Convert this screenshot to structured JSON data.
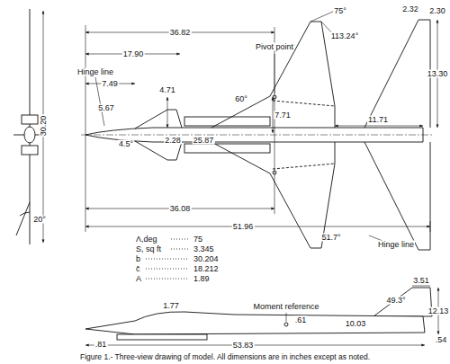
{
  "diagram": {
    "caption": "Figure 1.- Three-view drawing of model. All dimensions are in inches except as noted.",
    "labels": [
      "36.82",
      "17.90",
      "7.49",
      "Hinge line",
      "Pivot point",
      "60°",
      "75°",
      "2.32",
      "2.30",
      "113.24°",
      "13.30",
      "4.71",
      "5.67",
      "7.71",
      "11.71",
      "25.87",
      "4.5°",
      "2.28",
      "36.08",
      "51.96",
      "51.7°",
      "Hinge line",
      "30.20",
      "20°",
      "Λ,deg",
      "75",
      "S, sq ft",
      "3.345",
      "b",
      "30.204",
      "c̄",
      "18.212",
      "A",
      "1.89",
      "3.51",
      "49.3°",
      "12.13",
      "Moment reference",
      "1.77",
      ".61",
      "10.03",
      ".54",
      ".81",
      "53.83"
    ]
  }
}
